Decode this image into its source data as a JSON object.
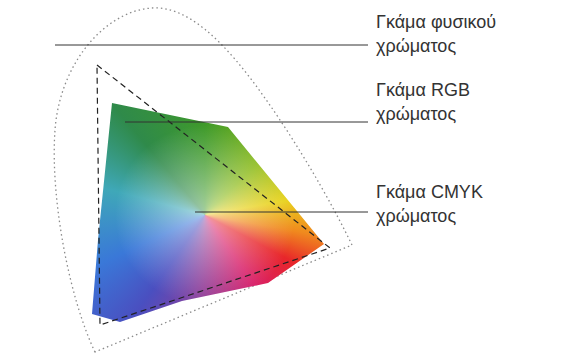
{
  "diagram": {
    "labels": [
      "Γκάμα φυσικού χρώματος",
      "Γκάμα RGB χρώματος",
      "Γκάμα CMYK χρώματος"
    ]
  }
}
